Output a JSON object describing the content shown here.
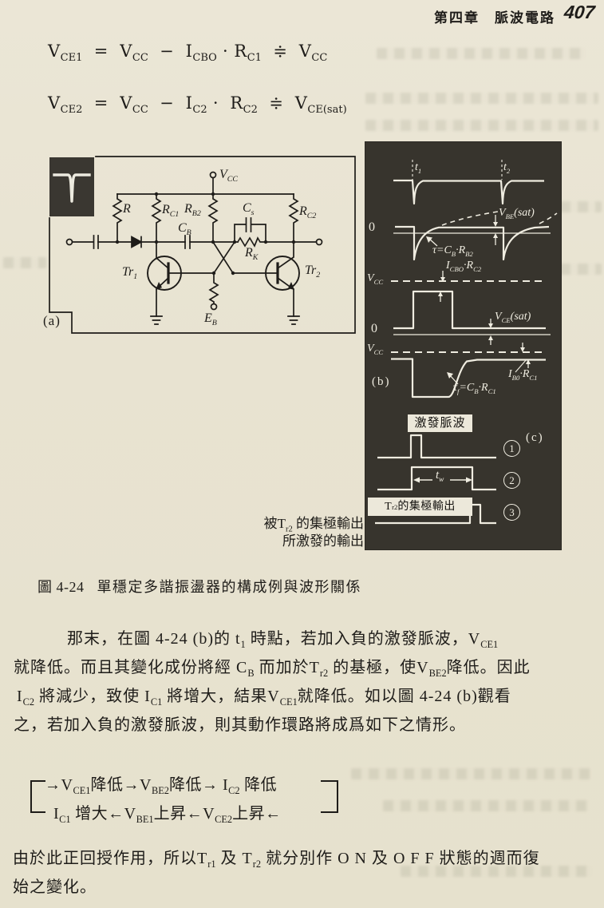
{
  "header": {
    "title": "第四章　脈波電路",
    "page_number": "407"
  },
  "equations": {
    "eq1": [
      {
        "t": "V"
      },
      {
        "t": "CE1",
        "s": 1
      },
      {
        "t": "  =  V"
      },
      {
        "t": "CC",
        "s": 1
      },
      {
        "t": "  −  I"
      },
      {
        "t": "CBO",
        "s": 1
      },
      {
        "t": " · R"
      },
      {
        "t": "C1",
        "s": 1
      },
      {
        "t": "  ≑  V"
      },
      {
        "t": "CC",
        "s": 1
      }
    ],
    "eq2": [
      {
        "t": "V"
      },
      {
        "t": "CE2",
        "s": 1
      },
      {
        "t": "  =  V"
      },
      {
        "t": "CC",
        "s": 1
      },
      {
        "t": "  −  I"
      },
      {
        "t": "C2",
        "s": 1
      },
      {
        "t": " ·  R"
      },
      {
        "t": "C2",
        "s": 1
      },
      {
        "t": "  ≑  V"
      },
      {
        "t": "CE(sat)",
        "s": 1
      }
    ]
  },
  "figure": {
    "circuit": {
      "labels": {
        "vcc": [
          {
            "t": "V"
          },
          {
            "t": "CC",
            "s": 1
          }
        ],
        "r": [
          {
            "t": "R"
          }
        ],
        "rc1": [
          {
            "t": "R"
          },
          {
            "t": "C1",
            "s": 1
          }
        ],
        "rb2": [
          {
            "t": "R"
          },
          {
            "t": "B2",
            "s": 1
          }
        ],
        "cs": [
          {
            "t": "C"
          },
          {
            "t": "s",
            "s": 1
          }
        ],
        "rc2": [
          {
            "t": "R"
          },
          {
            "t": "C2",
            "s": 1
          }
        ],
        "cb": [
          {
            "t": "C"
          },
          {
            "t": "B",
            "s": 1
          }
        ],
        "rk": [
          {
            "t": "R"
          },
          {
            "t": "K",
            "s": 1
          }
        ],
        "tr1": [
          {
            "t": "Tr"
          },
          {
            "t": "1",
            "s": 1
          }
        ],
        "tr2": [
          {
            "t": "Tr"
          },
          {
            "t": "2",
            "s": 1
          }
        ],
        "eb": [
          {
            "t": "E"
          },
          {
            "t": "B",
            "s": 1
          }
        ],
        "panel_label": "(a)"
      }
    },
    "waveforms": {
      "labels": {
        "t1": [
          {
            "t": "t"
          },
          {
            "t": "1",
            "s": 1
          }
        ],
        "t2": [
          {
            "t": "t"
          },
          {
            "t": "2",
            "s": 1
          }
        ],
        "zero1": "0",
        "zero2": "0",
        "vbe_sat": [
          {
            "t": "V"
          },
          {
            "t": "BE",
            "s": 1
          },
          {
            "t": "(sat)"
          }
        ],
        "tau": [
          {
            "t": "τ=C"
          },
          {
            "t": "B",
            "s": 1
          },
          {
            "t": "·R"
          },
          {
            "t": "B2",
            "s": 1
          }
        ],
        "vcc_b": [
          {
            "t": "V"
          },
          {
            "t": "CC",
            "s": 1
          }
        ],
        "icbo_rc2": [
          {
            "t": "I"
          },
          {
            "t": "CBO",
            "s": 1
          },
          {
            "t": "·R"
          },
          {
            "t": "C2",
            "s": 1
          }
        ],
        "vce_sat": [
          {
            "t": "V"
          },
          {
            "t": "CE",
            "s": 1
          },
          {
            "t": "(sat)"
          }
        ],
        "vcc_c": [
          {
            "t": "V"
          },
          {
            "t": "CC",
            "s": 1
          }
        ],
        "panel_label_b": "(b)",
        "tau_f": [
          {
            "t": "τ"
          },
          {
            "t": "f",
            "s": 1
          },
          {
            "t": "=C"
          },
          {
            "t": "B",
            "s": 1
          },
          {
            "t": "·R"
          },
          {
            "t": "C1",
            "s": 1
          }
        ],
        "ib0_rc1": [
          {
            "t": "I"
          },
          {
            "t": "B0",
            "s": 1
          },
          {
            "t": "·R"
          },
          {
            "t": "C1",
            "s": 1
          }
        ],
        "trigger_label": "激發脈波",
        "panel_label_c": "(c)",
        "num1": "1",
        "num2": "2",
        "num3": "3",
        "tw": [
          {
            "t": "t"
          },
          {
            "t": "w",
            "s": 1
          }
        ],
        "tr2_output": [
          {
            "t": "T"
          },
          {
            "t": "r2",
            "s": 1
          },
          {
            "t": " 的集極輸出"
          }
        ]
      }
    },
    "side_caption": {
      "line1": [
        {
          "t": "被T"
        },
        {
          "t": "r2",
          "s": 1
        },
        {
          "t": " 的集極輸出"
        }
      ],
      "line2": "所激發的輸出"
    },
    "caption": {
      "number": "圖 4-24",
      "title": "單穩定多諧振盪器的構成例與波形關係"
    }
  },
  "body": {
    "p1": {
      "line1": [
        {
          "t": "那末，在圖 4-24 (b)的 t"
        },
        {
          "t": "1",
          "s": 1
        },
        {
          "t": " 時點，若加入負的激發脈波，V"
        },
        {
          "t": "CE1",
          "s": 1
        }
      ],
      "line2": [
        {
          "t": "就降低。而且其變化成份將經 C"
        },
        {
          "t": "B",
          "s": 1
        },
        {
          "t": " 而加於T"
        },
        {
          "t": "r2",
          "s": 1
        },
        {
          "t": " 的基極，使V"
        },
        {
          "t": "BE2",
          "s": 1
        },
        {
          "t": "降低。因此"
        }
      ],
      "line3": [
        {
          "t": "I"
        },
        {
          "t": "C2",
          "s": 1
        },
        {
          "t": " 將減少，致使 I"
        },
        {
          "t": "C1",
          "s": 1
        },
        {
          "t": " 將增大，結果V"
        },
        {
          "t": "CE1",
          "s": 1
        },
        {
          "t": "就降低。如以圖 4-24 (b)觀看"
        }
      ],
      "line4": [
        {
          "t": "之，若加入負的激發脈波，則其動作環路將成爲如下之情形。"
        }
      ]
    },
    "loop": {
      "row1": [
        {
          "t": "→V"
        },
        {
          "t": "CE1",
          "s": 1
        },
        {
          "t": "降低→V"
        },
        {
          "t": "BE2",
          "s": 1
        },
        {
          "t": "降低→ I"
        },
        {
          "t": "C2",
          "s": 1
        },
        {
          "t": " 降低"
        }
      ],
      "row2": [
        {
          "t": "I"
        },
        {
          "t": "C1",
          "s": 1
        },
        {
          "t": " 增大←V"
        },
        {
          "t": "BE1",
          "s": 1
        },
        {
          "t": "上昇←V"
        },
        {
          "t": "CE2",
          "s": 1
        },
        {
          "t": "上昇←"
        }
      ]
    },
    "p2": {
      "line1": [
        {
          "t": "由於此正回授作用，所以T"
        },
        {
          "t": "r1",
          "s": 1
        },
        {
          "t": " 及 T"
        },
        {
          "t": "r2",
          "s": 1
        },
        {
          "t": " 就分別作 O N 及 O F F  狀態的週而復"
        }
      ],
      "line2": [
        {
          "t": "始之變化。"
        }
      ]
    }
  },
  "colors": {
    "paper": "#e8e3d1",
    "ink": "#1e1c19",
    "panel_bg": "#37342d",
    "trace": "#efece0"
  }
}
